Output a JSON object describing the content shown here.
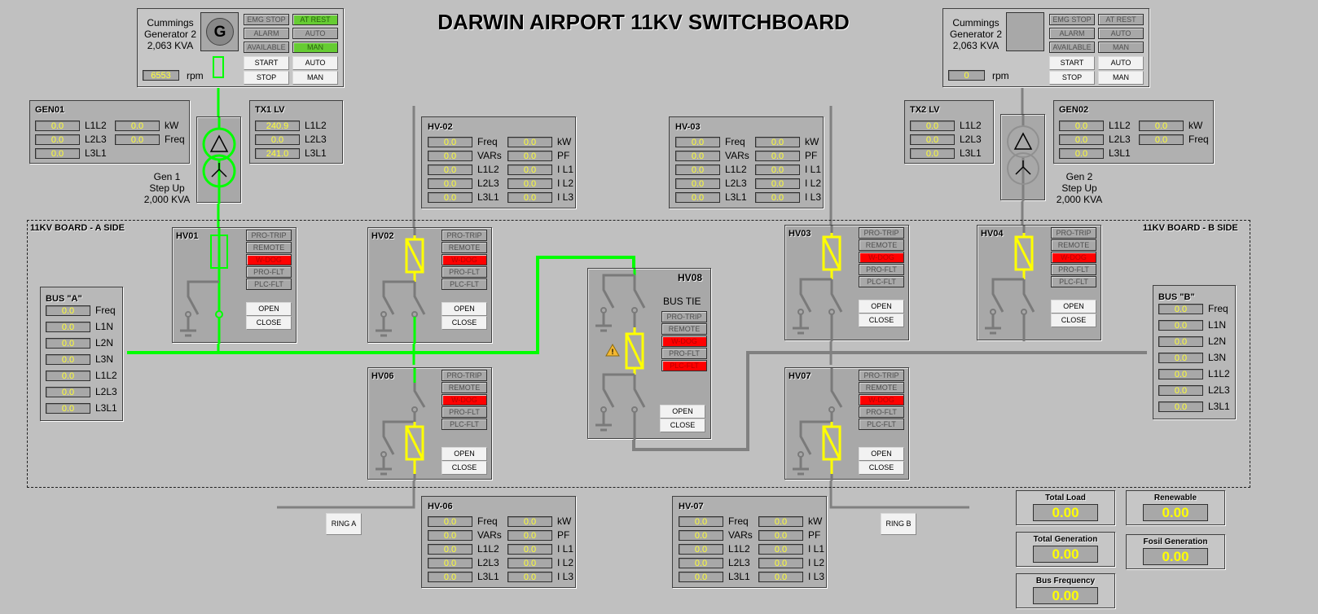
{
  "header": {
    "title": "DARWIN AIRPORT 11KV SWITCHBOARD"
  },
  "colors": {
    "energized": "#00ff00",
    "breaker_closed_yellow": "#ffff00",
    "alarm_red": "#ff0000",
    "status_green": "#66cc33",
    "dead_line": "#808080",
    "value_text": "#ffff33"
  },
  "generators": [
    {
      "id": "gen1",
      "name_lines": [
        "Cummings",
        "Generator 2",
        "2,063 KVA"
      ],
      "symbol": "G",
      "rpm": "6553",
      "rpm_unit": "rpm",
      "status": [
        {
          "label": "EMG STOP",
          "state": "off"
        },
        {
          "label": "AT REST",
          "state": "green"
        },
        {
          "label": "ALARM",
          "state": "off"
        },
        {
          "label": "AUTO",
          "state": "off"
        },
        {
          "label": "AVAILABLE",
          "state": "off"
        },
        {
          "label": "MAN",
          "state": "green"
        }
      ],
      "buttons": [
        "START",
        "AUTO",
        "STOP",
        "MAN"
      ]
    },
    {
      "id": "gen2",
      "name_lines": [
        "Cummings",
        "Generator 2",
        "2,063 KVA"
      ],
      "symbol": "",
      "rpm": "0",
      "rpm_unit": "rpm",
      "status": [
        {
          "label": "EMG STOP",
          "state": "off"
        },
        {
          "label": "AT REST",
          "state": "off"
        },
        {
          "label": "ALARM",
          "state": "off"
        },
        {
          "label": "AUTO",
          "state": "off"
        },
        {
          "label": "AVAILABLE",
          "state": "off"
        },
        {
          "label": "MAN",
          "state": "off"
        }
      ],
      "buttons": [
        "START",
        "AUTO",
        "STOP",
        "MAN"
      ]
    }
  ],
  "gen01": {
    "title": "GEN01",
    "left": [
      {
        "value": "0.0",
        "label": "L1L2"
      },
      {
        "value": "0.0",
        "label": "L2L3"
      },
      {
        "value": "0.0",
        "label": "L3L1"
      }
    ],
    "right": [
      {
        "value": "0.0",
        "label": "kW"
      },
      {
        "value": "0.0",
        "label": "Freq"
      }
    ]
  },
  "gen02": {
    "title": "GEN02",
    "left": [
      {
        "value": "0.0",
        "label": "L1L2"
      },
      {
        "value": "0.0",
        "label": "L2L3"
      },
      {
        "value": "0.0",
        "label": "L3L1"
      }
    ],
    "right": [
      {
        "value": "0.0",
        "label": "kW"
      },
      {
        "value": "0.0",
        "label": "Freq"
      }
    ]
  },
  "tx1": {
    "title": "TX1 LV",
    "rows": [
      {
        "value": "240.9",
        "label": "L1L2"
      },
      {
        "value": "0.0",
        "label": "L2L3"
      },
      {
        "value": "241.0",
        "label": "L3L1"
      }
    ]
  },
  "tx2": {
    "title": "TX2 LV",
    "rows": [
      {
        "value": "0.0",
        "label": "L1L2"
      },
      {
        "value": "0.0",
        "label": "L2L3"
      },
      {
        "value": "0.0",
        "label": "L3L1"
      }
    ]
  },
  "transformers": {
    "t1": [
      "Gen 1",
      "Step Up",
      "2,000 KVA"
    ],
    "t2": [
      "Gen 2",
      "Step Up",
      "2,000 KVA"
    ]
  },
  "board": {
    "a_side": "11KV BOARD - A SIDE",
    "b_side": "11KV BOARD - B SIDE"
  },
  "buses": {
    "a": {
      "title": "BUS \"A\"",
      "rows": [
        {
          "value": "0.0",
          "label": "Freq"
        },
        {
          "value": "0.0",
          "label": "L1N"
        },
        {
          "value": "0.0",
          "label": "L2N"
        },
        {
          "value": "0.0",
          "label": "L3N"
        },
        {
          "value": "0.0",
          "label": "L1L2"
        },
        {
          "value": "0.0",
          "label": "L2L3"
        },
        {
          "value": "0.0",
          "label": "L3L1"
        }
      ]
    },
    "b": {
      "title": "BUS \"B\"",
      "rows": [
        {
          "value": "0.0",
          "label": "Freq"
        },
        {
          "value": "0.0",
          "label": "L1N"
        },
        {
          "value": "0.0",
          "label": "L2N"
        },
        {
          "value": "0.0",
          "label": "L3N"
        },
        {
          "value": "0.0",
          "label": "L1L2"
        },
        {
          "value": "0.0",
          "label": "L2L3"
        },
        {
          "value": "0.0",
          "label": "L3L1"
        }
      ]
    }
  },
  "breakers": {
    "hv01": {
      "title": "HV01",
      "status": [
        {
          "label": "PRO-TRIP",
          "state": "off"
        },
        {
          "label": "REMOTE",
          "state": "off"
        },
        {
          "label": "W-DOG",
          "state": "red"
        },
        {
          "label": "PRO-FLT",
          "state": "off"
        },
        {
          "label": "PLC-FLT",
          "state": "off"
        }
      ],
      "open": "OPEN",
      "close": "CLOSE"
    },
    "hv02": {
      "title": "HV02",
      "status": [
        {
          "label": "PRO-TRIP",
          "state": "off"
        },
        {
          "label": "REMOTE",
          "state": "off"
        },
        {
          "label": "W-DOG",
          "state": "red"
        },
        {
          "label": "PRO-FLT",
          "state": "off"
        },
        {
          "label": "PLC-FLT",
          "state": "off"
        }
      ],
      "open": "OPEN",
      "close": "CLOSE"
    },
    "hv03": {
      "title": "HV03",
      "status": [
        {
          "label": "PRO-TRIP",
          "state": "off"
        },
        {
          "label": "REMOTE",
          "state": "off"
        },
        {
          "label": "W-DOG",
          "state": "red"
        },
        {
          "label": "PRO-FLT",
          "state": "off"
        },
        {
          "label": "PLC-FLT",
          "state": "off"
        }
      ],
      "open": "OPEN",
      "close": "CLOSE"
    },
    "hv04": {
      "title": "HV04",
      "status": [
        {
          "label": "PRO-TRIP",
          "state": "off"
        },
        {
          "label": "REMOTE",
          "state": "off"
        },
        {
          "label": "W-DOG",
          "state": "red"
        },
        {
          "label": "PRO-FLT",
          "state": "off"
        },
        {
          "label": "PLC-FLT",
          "state": "off"
        }
      ],
      "open": "OPEN",
      "close": "CLOSE"
    },
    "hv06": {
      "title": "HV06",
      "status": [
        {
          "label": "PRO-TRIP",
          "state": "off"
        },
        {
          "label": "REMOTE",
          "state": "off"
        },
        {
          "label": "W-DOG",
          "state": "red"
        },
        {
          "label": "PRO-FLT",
          "state": "off"
        },
        {
          "label": "PLC-FLT",
          "state": "off"
        }
      ],
      "open": "OPEN",
      "close": "CLOSE"
    },
    "hv07": {
      "title": "HV07",
      "status": [
        {
          "label": "PRO-TRIP",
          "state": "off"
        },
        {
          "label": "REMOTE",
          "state": "off"
        },
        {
          "label": "W-DOG",
          "state": "red"
        },
        {
          "label": "PRO-FLT",
          "state": "off"
        },
        {
          "label": "PLC-FLT",
          "state": "off"
        }
      ],
      "open": "OPEN",
      "close": "CLOSE"
    },
    "hv08": {
      "title": "HV08",
      "subtitle": "BUS TIE",
      "status": [
        {
          "label": "PRO-TRIP",
          "state": "off"
        },
        {
          "label": "REMOTE",
          "state": "off"
        },
        {
          "label": "W-DOG",
          "state": "red"
        },
        {
          "label": "PRO-FLT",
          "state": "off"
        },
        {
          "label": "PLC-FLT",
          "state": "red"
        }
      ],
      "open": "OPEN",
      "close": "CLOSE"
    }
  },
  "meters": {
    "hv02": {
      "title": "HV-02",
      "left": [
        {
          "value": "0.0",
          "label": "Freq"
        },
        {
          "value": "0.0",
          "label": "VARs"
        },
        {
          "value": "0.0",
          "label": "L1L2"
        },
        {
          "value": "0.0",
          "label": "L2L3"
        },
        {
          "value": "0.0",
          "label": "L3L1"
        }
      ],
      "right": [
        {
          "value": "0.0",
          "label": "kW"
        },
        {
          "value": "0.0",
          "label": "PF"
        },
        {
          "value": "0.0",
          "label": "I L1"
        },
        {
          "value": "0.0",
          "label": "I L2"
        },
        {
          "value": "0.0",
          "label": "I L3"
        }
      ]
    },
    "hv03": {
      "title": "HV-03",
      "left": [
        {
          "value": "0.0",
          "label": "Freq"
        },
        {
          "value": "0.0",
          "label": "VARs"
        },
        {
          "value": "0.0",
          "label": "L1L2"
        },
        {
          "value": "0.0",
          "label": "L2L3"
        },
        {
          "value": "0.0",
          "label": "L3L1"
        }
      ],
      "right": [
        {
          "value": "0.0",
          "label": "kW"
        },
        {
          "value": "0.0",
          "label": "PF"
        },
        {
          "value": "0.0",
          "label": "I L1"
        },
        {
          "value": "0.0",
          "label": "I L2"
        },
        {
          "value": "0.0",
          "label": "I L3"
        }
      ]
    },
    "hv06": {
      "title": "HV-06",
      "left": [
        {
          "value": "0.0",
          "label": "Freq"
        },
        {
          "value": "0.0",
          "label": "VARs"
        },
        {
          "value": "0.0",
          "label": "L1L2"
        },
        {
          "value": "0.0",
          "label": "L2L3"
        },
        {
          "value": "0.0",
          "label": "L3L1"
        }
      ],
      "right": [
        {
          "value": "0.0",
          "label": "kW"
        },
        {
          "value": "0.0",
          "label": "PF"
        },
        {
          "value": "0.0",
          "label": "I L1"
        },
        {
          "value": "0.0",
          "label": "I L2"
        },
        {
          "value": "0.0",
          "label": "I L3"
        }
      ]
    },
    "hv07": {
      "title": "HV-07",
      "left": [
        {
          "value": "0.0",
          "label": "Freq"
        },
        {
          "value": "0.0",
          "label": "VARs"
        },
        {
          "value": "0.0",
          "label": "L1L2"
        },
        {
          "value": "0.0",
          "label": "L2L3"
        },
        {
          "value": "0.0",
          "label": "L3L1"
        }
      ],
      "right": [
        {
          "value": "0.0",
          "label": "kW"
        },
        {
          "value": "0.0",
          "label": "PF"
        },
        {
          "value": "0.0",
          "label": "I L1"
        },
        {
          "value": "0.0",
          "label": "I L2"
        },
        {
          "value": "0.0",
          "label": "I L3"
        }
      ]
    }
  },
  "rings": {
    "a": "RING A",
    "b": "RING B"
  },
  "summary": {
    "total_load": {
      "label": "Total Load",
      "value": "0.00"
    },
    "renewable": {
      "label": "Renewable",
      "value": "0.00"
    },
    "total_generation": {
      "label": "Total Generation",
      "value": "0.00"
    },
    "fosil_generation": {
      "label": "Fosil Generation",
      "value": "0.00"
    },
    "bus_frequency": {
      "label": "Bus Frequency",
      "value": "0.00"
    }
  }
}
